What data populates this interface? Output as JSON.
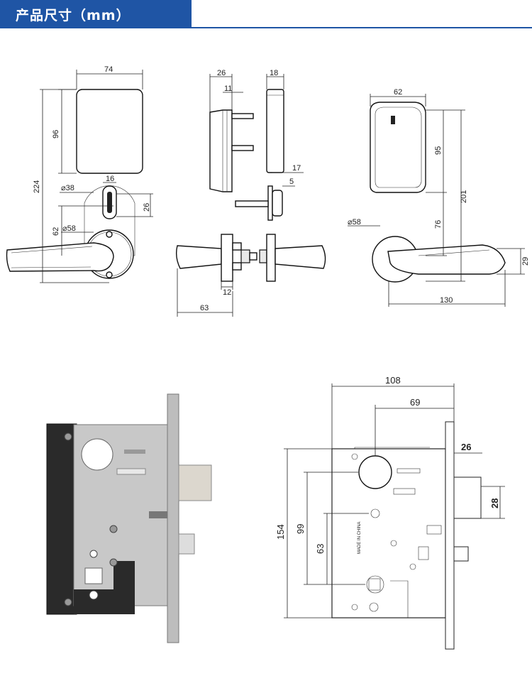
{
  "header": {
    "title": "产品尺寸（mm）",
    "accent_color": "#1f55a5"
  },
  "dimensions": {
    "front_top_width": "74",
    "front_height": "96",
    "front_total": "224",
    "slot_width": "16",
    "small_dia": "38",
    "slot_offset": "26",
    "rose_dia_left": "58",
    "lever_offset": "62",
    "side_width_26": "26",
    "side_width_11": "11",
    "side_width_18": "18",
    "side_17": "17",
    "side_5": "5",
    "side_12": "12",
    "side_63": "63",
    "right_top_width": "62",
    "right_height_95": "95",
    "right_total_201": "201",
    "right_76": "76",
    "right_rose_dia": "58",
    "right_130": "130",
    "right_29": "29",
    "mortise_108": "108",
    "mortise_69": "69",
    "mortise_26": "26",
    "mortise_28": "28",
    "mortise_154": "154",
    "mortise_99": "99",
    "mortise_63": "63",
    "made_in": "MADE IN CHINA"
  },
  "symbols": {
    "diameter": "⌀"
  }
}
